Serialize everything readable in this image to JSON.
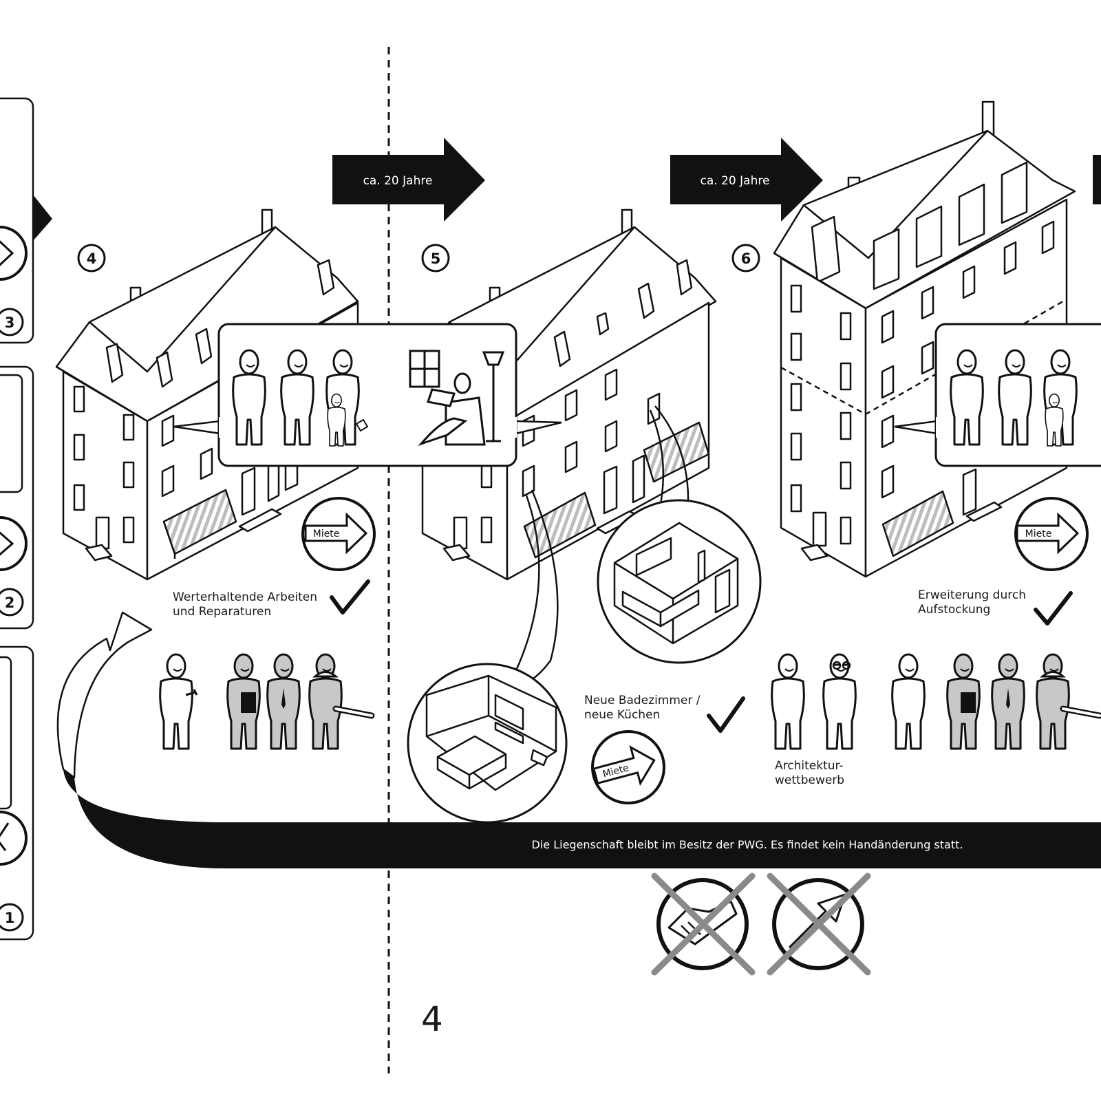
{
  "steps": [
    {
      "number": "4"
    },
    {
      "number": "5"
    },
    {
      "number": "6"
    }
  ],
  "side_steps": [
    {
      "number": "3"
    },
    {
      "number": "2"
    },
    {
      "number": "1"
    }
  ],
  "time_arrows": [
    {
      "label": "ca. 20 Jahre"
    },
    {
      "label": "ca. 20 Jahre"
    }
  ],
  "rent_label": "Miete",
  "captions": {
    "maintenance": "Werterhaltende Arbeiten\nund Reparaturen",
    "bath_kitchen": "Neue Badezimmer /\nneue Küchen",
    "extension": "Erweiterung durch\nAufstockung",
    "competition": "Architektur-\nwettbewerb"
  },
  "ownership_banner": "Die Liegenschaft bleibt  im Besitz der PWG. Es findet kein Handänderung statt.",
  "page_number": "4",
  "colors": {
    "ink": "#111111",
    "shade": "#c8c8c8",
    "cross": "#8a8a8a",
    "paper": "#ffffff"
  }
}
